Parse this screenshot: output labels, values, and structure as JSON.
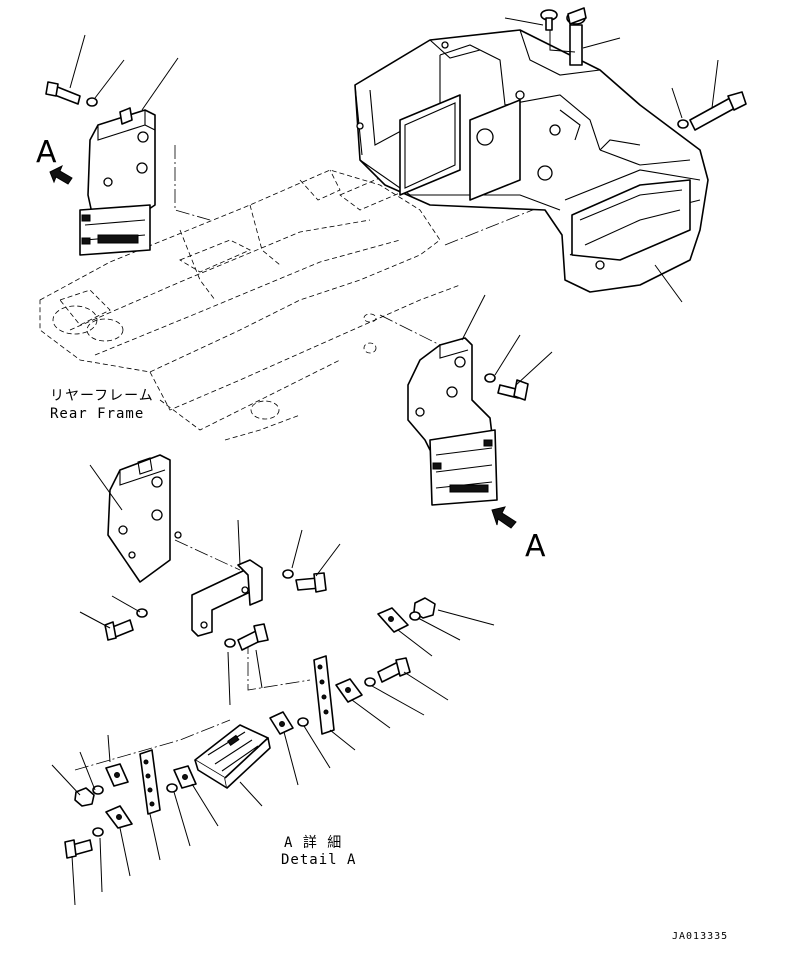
{
  "labels": {
    "view_a_top": "A",
    "view_a_bottom": "A",
    "rear_frame_jp": "リヤーフレーム",
    "rear_frame_en": "Rear Frame",
    "detail_a_jp": "A 詳 細",
    "detail_a_en": "Detail A",
    "drawing_id": "JA013335"
  }
}
